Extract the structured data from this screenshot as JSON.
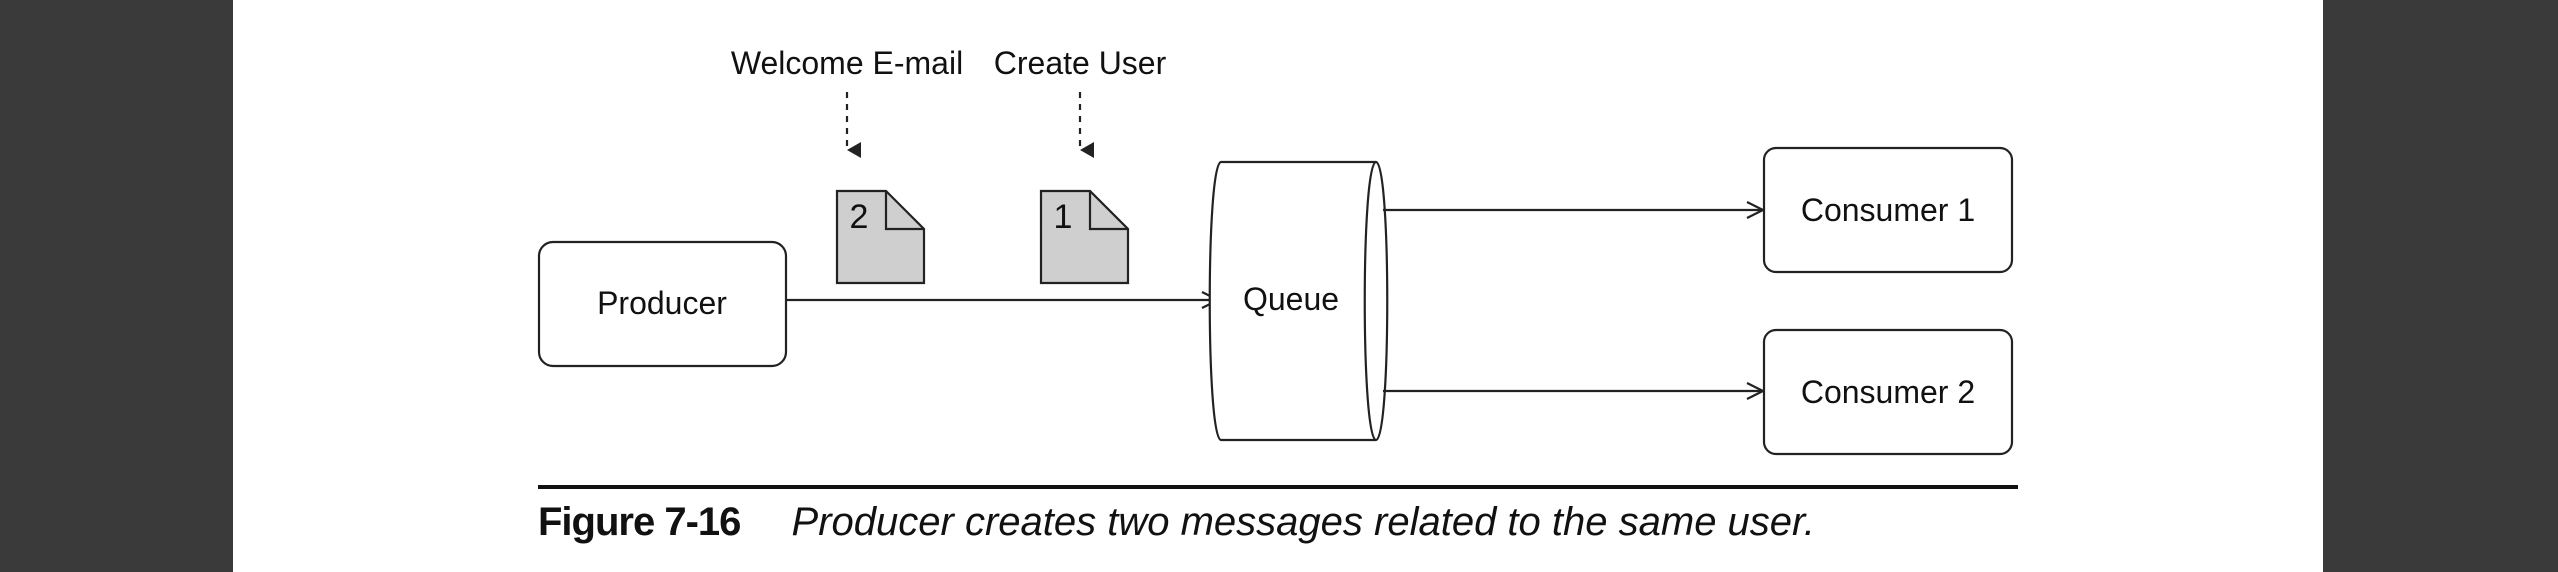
{
  "diagram": {
    "producer_label": "Producer",
    "queue_label": "Queue",
    "consumer1_label": "Consumer 1",
    "consumer2_label": "Consumer 2",
    "message_welcome_label": "Welcome E-mail",
    "message_create_label": "Create User",
    "message_welcome_number": "2",
    "message_create_number": "1"
  },
  "caption": {
    "figure_number": "Figure 7-16",
    "text": "Producer creates two messages related to the same user."
  },
  "colors": {
    "page_background": "#ffffff",
    "outer_background": "#3a3a3a",
    "document_fill": "#cfcfcf",
    "stroke": "#222222"
  }
}
